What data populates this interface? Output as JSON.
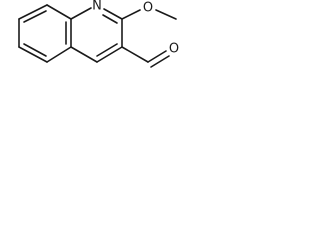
{
  "structure": {
    "atoms": {
      "N1": "N",
      "O_methoxy": "O",
      "O_aldehyde": "O"
    }
  }
}
